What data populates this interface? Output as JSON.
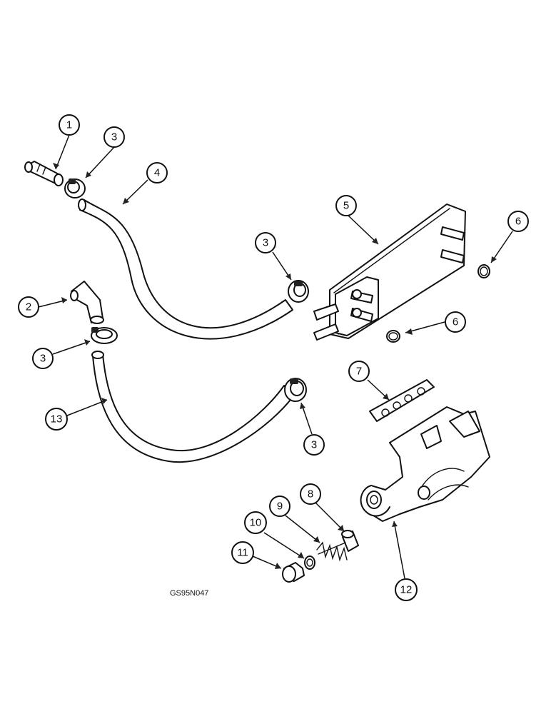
{
  "figure_code": "GS95N047",
  "accent_color": "#111111",
  "callouts": [
    {
      "label": "1"
    },
    {
      "label": "3"
    },
    {
      "label": "4"
    },
    {
      "label": "5"
    },
    {
      "label": "6"
    },
    {
      "label": "3"
    },
    {
      "label": "2"
    },
    {
      "label": "6"
    },
    {
      "label": "3"
    },
    {
      "label": "7"
    },
    {
      "label": "13"
    },
    {
      "label": "3"
    },
    {
      "label": "8"
    },
    {
      "label": "9"
    },
    {
      "label": "10"
    },
    {
      "label": "11"
    },
    {
      "label": "12"
    }
  ]
}
